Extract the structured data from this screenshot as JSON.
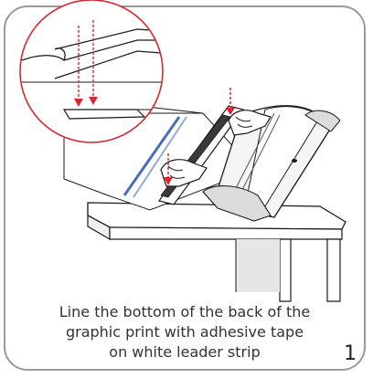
{
  "caption": {
    "line1": "Line the bottom of the back of the",
    "line2": "graphic print with adhesive tape",
    "line3": "on white leader strip"
  },
  "step_number": "1",
  "colors": {
    "frame": "#9a9a9a",
    "zoom_circle": "#d9262c",
    "arrow": "#d9262c",
    "tape_stripe": "#4a6fb5",
    "outline": "#1a1a1a"
  }
}
